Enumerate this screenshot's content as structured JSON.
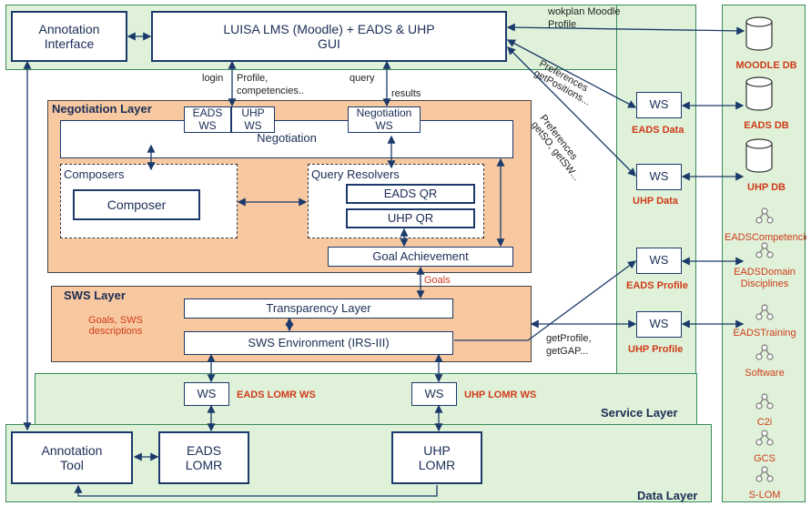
{
  "top": {
    "annotation_interface": "Annotation Interface",
    "lms_gui": "LUISA LMS (Moodle) + EADS & UHP GUI"
  },
  "edges": {
    "login": "login",
    "profile_competencies": "Profile, competencies..",
    "query": "query",
    "results": "results",
    "wokplan_profile": "wokplan Moodle Profile",
    "preferences_getpositions": "Preferences getPositions...",
    "preferences_getso": "Preferences getSO, getSW...",
    "goals": "Goals",
    "getprofile_getgap": "getProfile, getGAP..."
  },
  "negotiation_layer": {
    "title": "Negotiation Layer",
    "eads_ws": "EADS WS",
    "uhp_ws": "UHP WS",
    "negotiation_ws": "Negotiation WS",
    "negotiation": "Negotiation",
    "composers_title": "Composers",
    "composer": "Composer",
    "query_resolvers_title": "Query Resolvers",
    "eads_qr": "EADS QR",
    "uhp_qr": "UHP QR",
    "goal_achievement": "Goal Achievement"
  },
  "sws_layer": {
    "title": "SWS Layer",
    "annotation": "Goals, SWS descriptions",
    "transparency": "Transparency Layer",
    "sws_env": "SWS Environment (IRS-III)"
  },
  "service_layer": {
    "title": "Service Layer",
    "eads_lomr_ws_box": "WS",
    "eads_lomr_ws_label": "EADS LOMR WS",
    "uhp_lomr_ws_box": "WS",
    "uhp_lomr_ws_label": "UHP LOMR WS",
    "ws_column": [
      {
        "box": "WS",
        "label": "EADS Data"
      },
      {
        "box": "WS",
        "label": "UHP Data"
      },
      {
        "box": "WS",
        "label": "EADS Profile"
      },
      {
        "box": "WS",
        "label": "UHP Profile"
      }
    ]
  },
  "data_layer": {
    "title": "Data Layer",
    "annotation_tool": "Annotation Tool",
    "eads_lomr": "EADS LOMR",
    "uhp_lomr": "UHP LOMR"
  },
  "databases": [
    "MOODLE DB",
    "EADS DB",
    "UHP DB"
  ],
  "ontologies": [
    "EADSCompetencies",
    "EADSDomain Disciplines",
    "EADSTraining",
    "Software",
    "C2i",
    "GCS",
    "S-LOM"
  ],
  "colors": {
    "green": "#dff2d9",
    "orange": "#f8c9a0",
    "navy": "#1b3a6b",
    "red": "#d03a1a"
  }
}
